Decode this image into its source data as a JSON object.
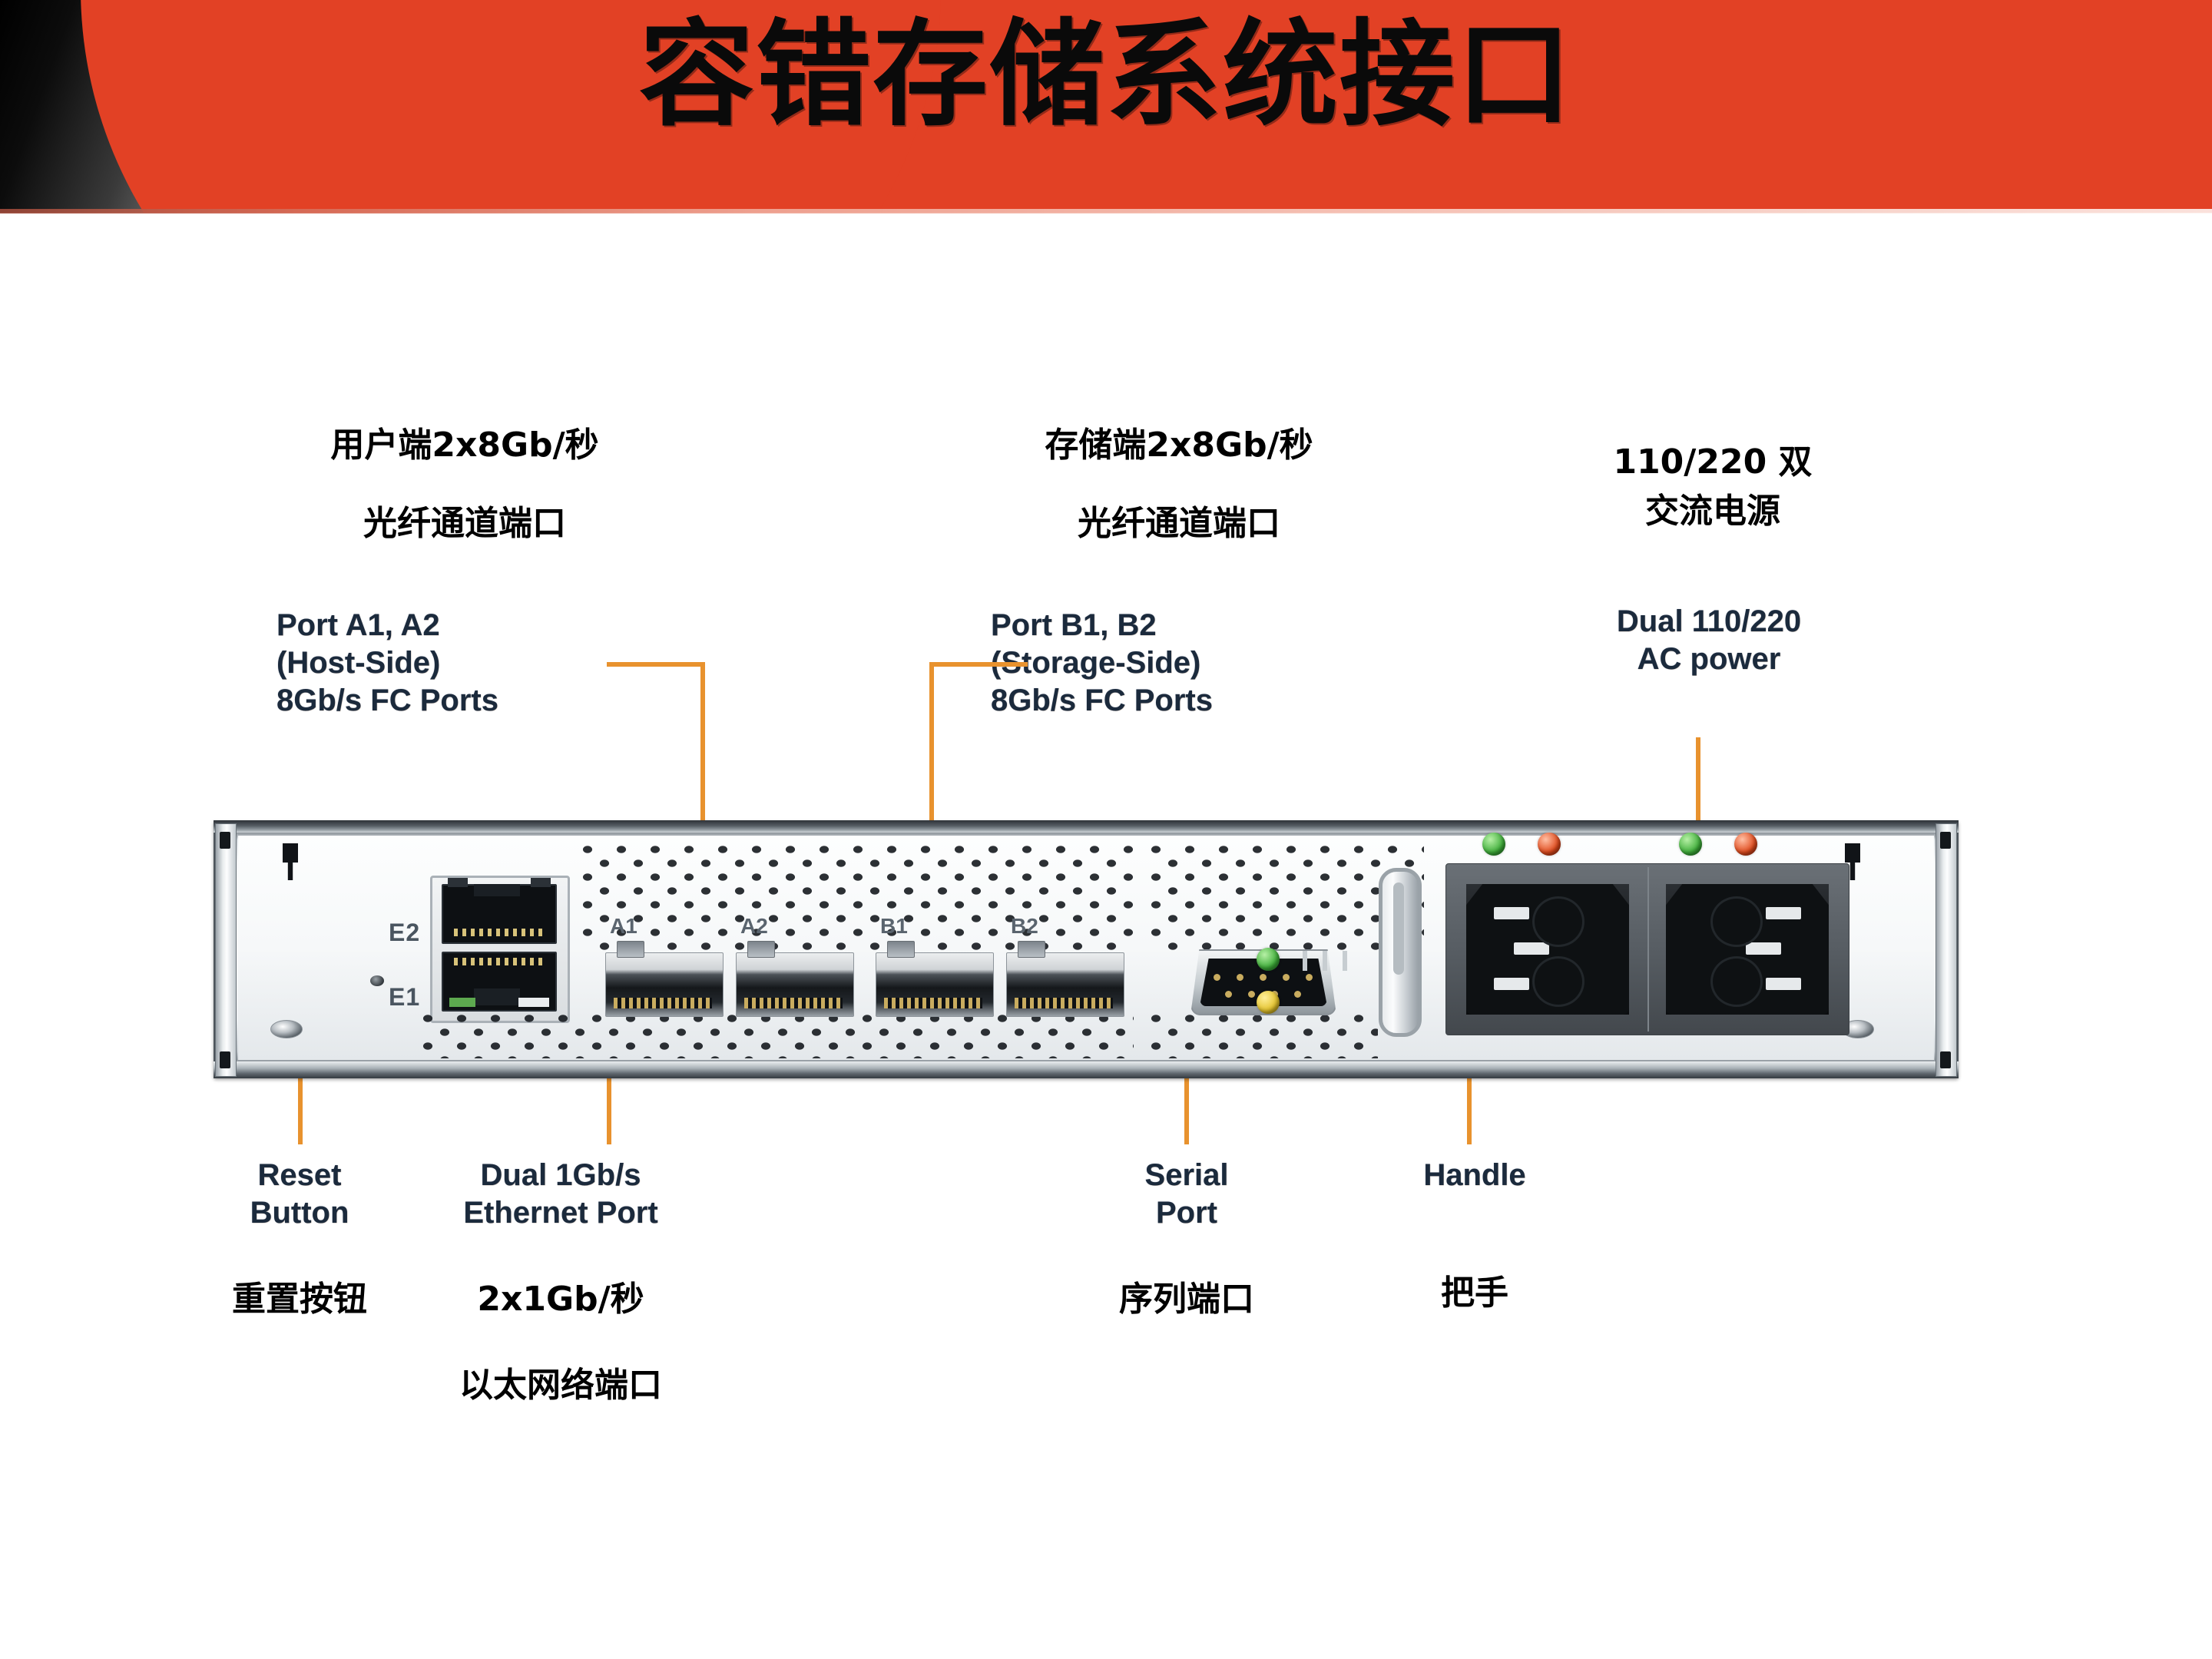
{
  "banner": {
    "title": "容错存储系统接口",
    "bg_color": "#E24125",
    "gradient_from": "#000000",
    "gradient_to": "#f2f2f2"
  },
  "accent": {
    "leader_line_color": "#E8922E",
    "en_label_color": "#1b2a3c"
  },
  "callouts": {
    "host_fc": {
      "cn_line1": "用户端2x8Gb/秒",
      "cn_line2": "光纤通道端口",
      "en": "Port A1, A2\n(Host-Side)\n8Gb/s FC Ports"
    },
    "storage_fc": {
      "cn_line1": "存储端2x8Gb/秒",
      "cn_line2": "光纤通道端口",
      "en": "Port B1, B2\n(Storage-Side)\n8Gb/s FC Ports"
    },
    "ac_power": {
      "cn": "110/220 双\n交流电源",
      "en": "Dual 110/220\nAC power"
    },
    "reset": {
      "en": "Reset\nButton",
      "cn": "重置按钮"
    },
    "ethernet": {
      "en": "Dual 1Gb/s\nEthernet Port",
      "cn_line1": "2x1Gb/秒",
      "cn_line2": "以太网络端口"
    },
    "serial": {
      "en": "Serial\nPort",
      "cn": "序列端口"
    },
    "handle": {
      "en": "Handle",
      "cn": "把手"
    }
  },
  "device": {
    "eth_port_labels": [
      "E2",
      "E1"
    ],
    "fc_port_labels": [
      "A1",
      "A2",
      "B1",
      "B2"
    ],
    "psu_led_colors": [
      "#3fae3a",
      "#e04b1d",
      "#3fae3a",
      "#e04b1d"
    ],
    "status_led_colors": [
      "#3fae3a",
      "#e3c22c"
    ]
  }
}
